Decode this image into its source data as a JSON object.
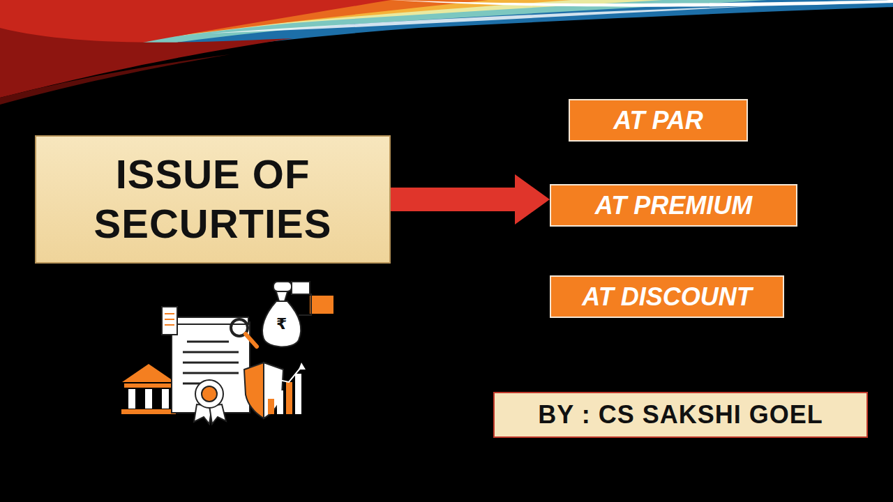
{
  "diagram": {
    "nodes": [
      {
        "text": [
          "ISSUE OF SECURTIES"
        ]
      },
      {
        "text": [
          "AT PAR"
        ]
      },
      {
        "text": [
          "AT PREMIUM"
        ]
      },
      {
        "text": [
          "AT DISCOUNT"
        ]
      },
      {
        "text": [
          "BY : CS SAKSHI GOEL"
        ]
      }
    ],
    "edges": [
      {
        "from": 0,
        "to": 2,
        "arrow": "to"
      }
    ],
    "labels": [
      "₹"
    ]
  }
}
